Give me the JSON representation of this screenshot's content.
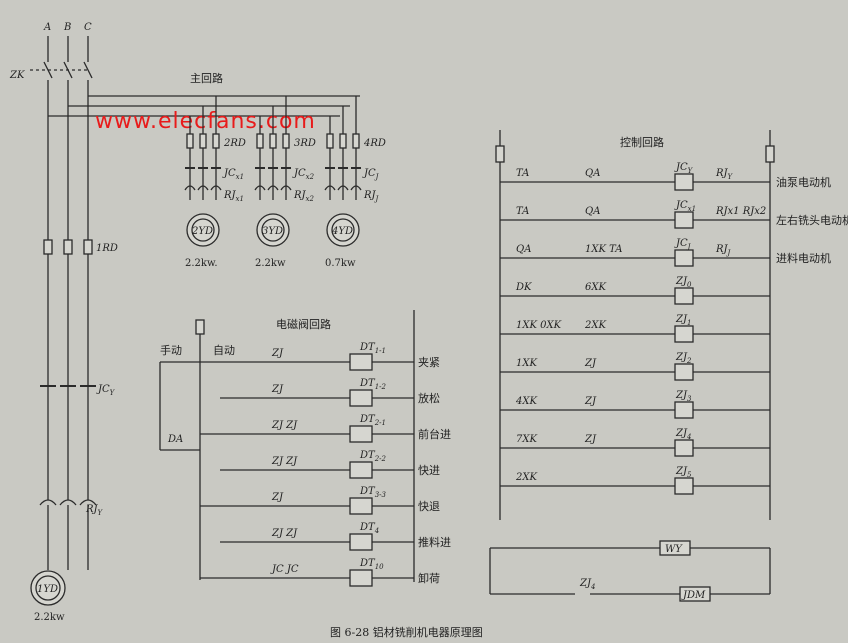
{
  "phases": [
    "A",
    "B",
    "C"
  ],
  "main_switch": "ZK",
  "watermark": "www.elecfans.com",
  "main_circuit": {
    "title": "主回路",
    "fuses": [
      "2RD",
      "3RD",
      "4RD"
    ],
    "contactors": [
      "JC",
      "JC",
      "JC"
    ],
    "contactor_subs": [
      "x1",
      "x2",
      "J"
    ],
    "relays": [
      "RJ",
      "RJ",
      "RJ"
    ],
    "relay_subs": [
      "x1",
      "x2",
      "J"
    ],
    "motors": [
      "2YD",
      "3YD",
      "4YD"
    ],
    "powers": [
      "2.2kw.",
      "2.2kw",
      "0.7kw"
    ]
  },
  "left": {
    "fuse": "1RD",
    "contactor": "JC",
    "contactor_sub": "Y",
    "relay": "RJ",
    "relay_sub": "Y",
    "motor": "1YD",
    "power": "2.2kw"
  },
  "valve_circuit": {
    "title": "电磁阀回路",
    "manual": "手动",
    "auto": "自动",
    "da": "DA",
    "rows": [
      {
        "contacts": "ZJ",
        "coil": "DT",
        "coil_sub": "1-1",
        "func": "夹紧"
      },
      {
        "contacts": "ZJ",
        "coil": "DT",
        "coil_sub": "1-2",
        "func": "放松"
      },
      {
        "contacts": "ZJ  ZJ",
        "coil": "DT",
        "coil_sub": "2-1",
        "func": "前台进"
      },
      {
        "contacts": "ZJ  ZJ",
        "coil": "DT",
        "coil_sub": "2-2",
        "func": "快进"
      },
      {
        "contacts": "ZJ",
        "coil": "DT",
        "coil_sub": "3-3",
        "func": "快退"
      },
      {
        "contacts": "ZJ  ZJ",
        "coil": "DT",
        "coil_sub": "4",
        "func": "推料进"
      },
      {
        "contacts": "JC  JC",
        "coil": "DT",
        "coil_sub": "10",
        "func": "卸荷"
      }
    ]
  },
  "control_circuit": {
    "title": "控制回路",
    "rows": [
      {
        "left": "TA",
        "mid": "QA",
        "coil": "JC",
        "coil_sub": "Y",
        "relay": "RJ",
        "relay_sub": "Y",
        "label": "油泵电动机"
      },
      {
        "left": "TA",
        "mid": "QA",
        "coil": "JC",
        "coil_sub": "x1",
        "relay": "RJx1  RJx2",
        "relay_sub": "",
        "label": "左右铣头电动机"
      },
      {
        "left": "QA",
        "mid": "1XK  TA",
        "coil": "JC",
        "coil_sub": "J",
        "relay": "RJ",
        "relay_sub": "J",
        "label": "进料电动机"
      },
      {
        "left": "DK",
        "mid": "6XK",
        "coil": "ZJ",
        "coil_sub": "0",
        "relay": "",
        "relay_sub": "",
        "label": ""
      },
      {
        "left": "1XK 0XK",
        "mid": "2XK",
        "coil": "ZJ",
        "coil_sub": "1",
        "relay": "",
        "relay_sub": "",
        "label": ""
      },
      {
        "left": "1XK",
        "mid": "ZJ",
        "coil": "ZJ",
        "coil_sub": "2",
        "relay": "",
        "relay_sub": "",
        "label": ""
      },
      {
        "left": "4XK",
        "mid": "ZJ",
        "coil": "ZJ",
        "coil_sub": "3",
        "relay": "",
        "relay_sub": "",
        "label": ""
      },
      {
        "left": "7XK",
        "mid": "ZJ",
        "coil": "ZJ",
        "coil_sub": "4",
        "relay": "",
        "relay_sub": "",
        "label": ""
      },
      {
        "left": "2XK",
        "mid": "",
        "coil": "ZJ",
        "coil_sub": "5",
        "relay": "",
        "relay_sub": "",
        "label": ""
      }
    ],
    "wy": "WY",
    "jdm": "JDM",
    "zj4": "ZJ"
  },
  "caption": "图 6-28   铝材铣削机电器原理图"
}
